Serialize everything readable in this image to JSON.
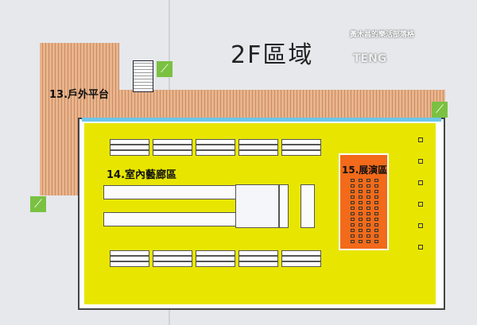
{
  "title": "2F區域",
  "watermark": {
    "blog_name": "黃木昌的樂活部落格",
    "brand": "TENG"
  },
  "areas": [
    {
      "id": "13",
      "label": "13.戶外平台"
    },
    {
      "id": "14",
      "label": "14.室內藝廊區"
    },
    {
      "id": "15",
      "label": "15.展演區"
    }
  ],
  "icons": [
    "stairs-icon",
    "stairs-icon",
    "stairs-icon"
  ],
  "colors": {
    "terrace": "#e9b48c",
    "gallery": "#e8e600",
    "stage": "#f26a1a",
    "stairs_sign": "#7ac142"
  }
}
